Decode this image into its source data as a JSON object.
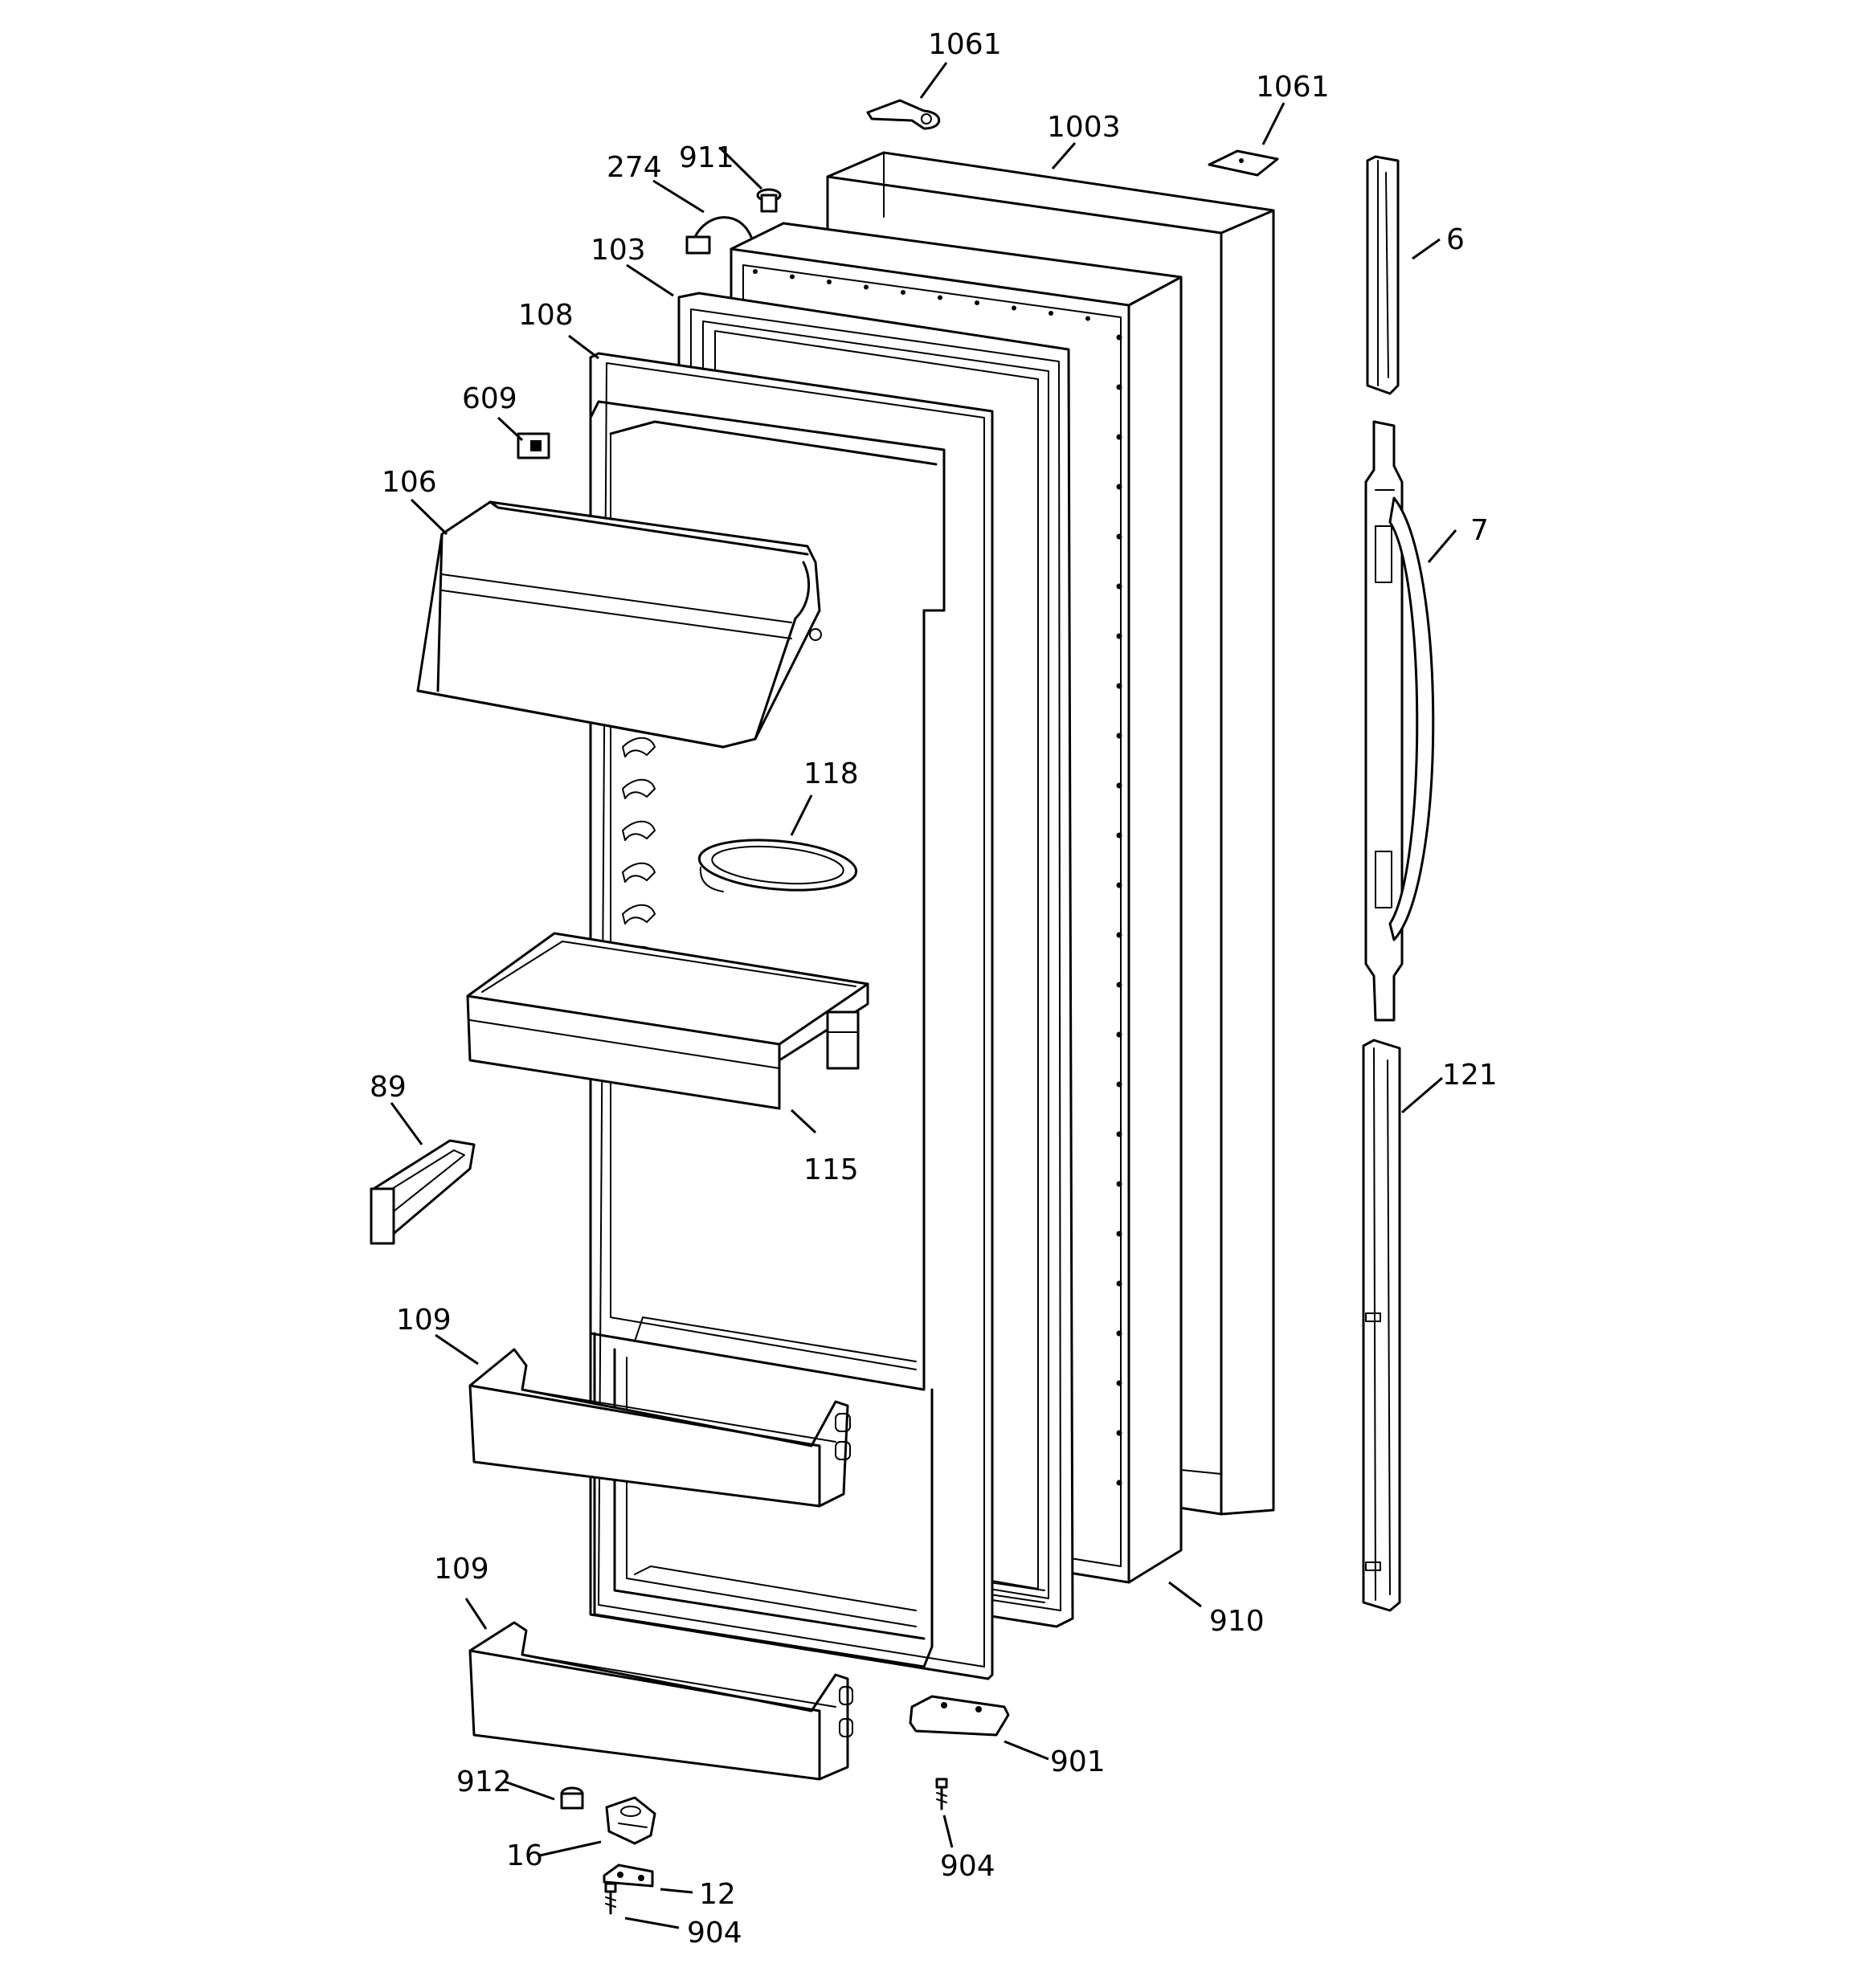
{
  "callouts": [
    {
      "id": "c1061a",
      "text": "1061"
    },
    {
      "id": "c1061b",
      "text": "1061"
    },
    {
      "id": "c1003",
      "text": "1003"
    },
    {
      "id": "c911",
      "text": "911"
    },
    {
      "id": "c274",
      "text": "274"
    },
    {
      "id": "c103",
      "text": "103"
    },
    {
      "id": "c108",
      "text": "108"
    },
    {
      "id": "c609",
      "text": "609"
    },
    {
      "id": "c106",
      "text": "106"
    },
    {
      "id": "c118",
      "text": "118"
    },
    {
      "id": "c115",
      "text": "115"
    },
    {
      "id": "c89",
      "text": "89"
    },
    {
      "id": "c109a",
      "text": "109"
    },
    {
      "id": "c109b",
      "text": "109"
    },
    {
      "id": "c6",
      "text": "6"
    },
    {
      "id": "c7",
      "text": "7"
    },
    {
      "id": "c121",
      "text": "121"
    },
    {
      "id": "c910",
      "text": "910"
    },
    {
      "id": "c901",
      "text": "901"
    },
    {
      "id": "c904a",
      "text": "904"
    },
    {
      "id": "c912",
      "text": "912"
    },
    {
      "id": "c16",
      "text": "16"
    },
    {
      "id": "c12",
      "text": "12"
    },
    {
      "id": "c904b",
      "text": "904"
    }
  ]
}
